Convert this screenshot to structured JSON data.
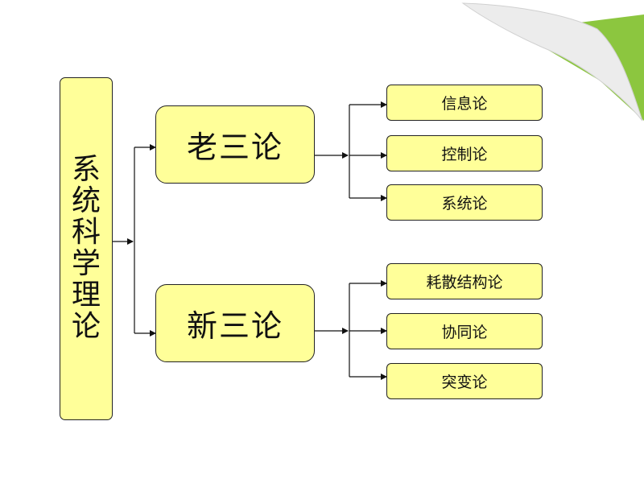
{
  "colors": {
    "box_fill": "#ffff99",
    "accent_green": "#8cc63f"
  },
  "root": {
    "label": "系统科学理论"
  },
  "groups": [
    {
      "label": "老三论",
      "children": [
        "信息论",
        "控制论",
        "系统论"
      ]
    },
    {
      "label": "新三论",
      "children": [
        "耗散结构论",
        "协同论",
        "突变论"
      ]
    }
  ]
}
